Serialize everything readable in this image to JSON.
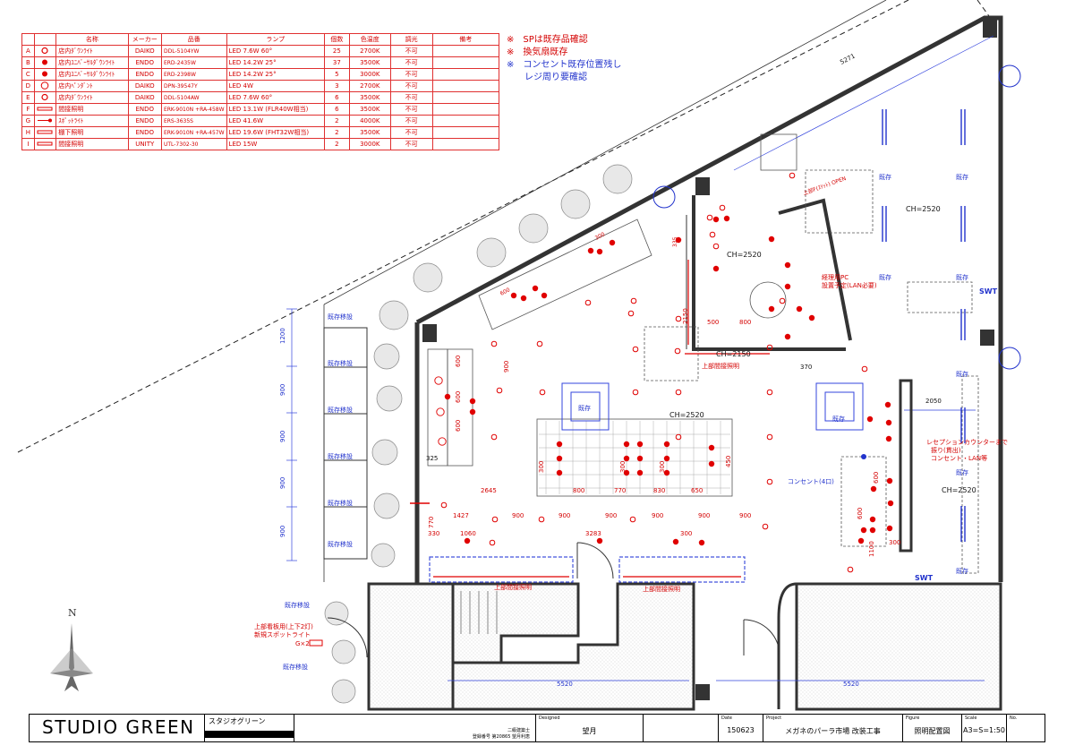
{
  "legend": {
    "headers": [
      "名称",
      "メーカー",
      "品番",
      "ランプ",
      "個数",
      "色温度",
      "調光",
      "備考"
    ],
    "rows": [
      {
        "key": "A",
        "name": "店内ﾀﾞｳﾝﾗｲﾄ",
        "maker": "DAIKO",
        "model": "DDL-5104YW",
        "lamp": "LED 7.6W 60°",
        "count": "25",
        "temp": "2700K",
        "dim": "不可",
        "note": ""
      },
      {
        "key": "B",
        "name": "店内ﾕﾆﾊﾞｰｻﾙﾀﾞｳﾝﾗｲﾄ",
        "maker": "ENDO",
        "model": "ERD-2435W",
        "lamp": "LED 14.2W 25°",
        "count": "37",
        "temp": "3500K",
        "dim": "不可",
        "note": ""
      },
      {
        "key": "C",
        "name": "店内ﾕﾆﾊﾞｰｻﾙﾀﾞｳﾝﾗｲﾄ",
        "maker": "ENDO",
        "model": "ERD-2398W",
        "lamp": "LED 14.2W 25°",
        "count": "5",
        "temp": "3000K",
        "dim": "不可",
        "note": ""
      },
      {
        "key": "D",
        "name": "店内ﾍﾟﾝﾀﾞﾝﾄ",
        "maker": "DAIKO",
        "model": "DPN-39547Y",
        "lamp": "LED 4W",
        "count": "3",
        "temp": "2700K",
        "dim": "不可",
        "note": ""
      },
      {
        "key": "E",
        "name": "店内ﾀﾞｳﾝﾗｲﾄ",
        "maker": "DAIKO",
        "model": "DDL-5104AW",
        "lamp": "LED 7.6W 60°",
        "count": "6",
        "temp": "3500K",
        "dim": "不可",
        "note": ""
      },
      {
        "key": "F",
        "name": "間接照明",
        "maker": "ENDO",
        "model": "ERK-9010N +RA-458W",
        "lamp": "LED 13.1W (FLR40W相当)",
        "count": "6",
        "temp": "3500K",
        "dim": "不可",
        "note": ""
      },
      {
        "key": "G",
        "name": "ｽﾎﾟｯﾄﾗｲﾄ",
        "maker": "ENDO",
        "model": "ERS-3635S",
        "lamp": "LED 41.6W",
        "count": "2",
        "temp": "4000K",
        "dim": "不可",
        "note": ""
      },
      {
        "key": "H",
        "name": "棚下照明",
        "maker": "ENDO",
        "model": "ERK-9010N +RA-457W",
        "lamp": "LED 19.6W (FHT32W相当)",
        "count": "2",
        "temp": "3500K",
        "dim": "不可",
        "note": ""
      },
      {
        "key": "I",
        "name": "間接照明",
        "maker": "UNITY",
        "model": "UTL-7302-30",
        "lamp": "LED 15W",
        "count": "2",
        "temp": "3000K",
        "dim": "不可",
        "note": ""
      }
    ]
  },
  "notes": [
    {
      "text": "※　SPは既存品確認",
      "color": "red"
    },
    {
      "text": "※　換気扇既存",
      "color": "red"
    },
    {
      "text": "※　コンセント既存位置残し",
      "color": "blue"
    },
    {
      "text": "　　レジ周り要確認",
      "color": "blue"
    }
  ],
  "plan": {
    "ceiling_heights": [
      "CH=2520",
      "CH=2520",
      "CH=2150",
      "CH=2520",
      "CH=2520"
    ],
    "dims": {
      "top": "5271",
      "d335": "335",
      "d2150": "2150",
      "d500": "500",
      "d800": "800",
      "d370": "370",
      "d2050": "2050",
      "d325": "325",
      "d2645": "2645",
      "d1427": "1427",
      "d900": "900",
      "d770": "770",
      "d830": "830",
      "d650": "650",
      "d450": "450",
      "d330": "330",
      "d1060": "1060",
      "d3283": "3283",
      "d300": "300",
      "d600": "600",
      "d1100": "1100",
      "d1200": "1200",
      "d5520a": "5520",
      "d5520b": "5520"
    },
    "labels": {
      "kizon": "既存",
      "kizon_iso": "既存移設",
      "fixture": "既存",
      "shita_kansetsu": "上部間接照明",
      "door_open": "上部F(ｽﾘｯﾄ) OPEN",
      "pc_note1": "経理用PC",
      "pc_note2": "設置予定(LAN必要)",
      "reception1": "レセプションカウンターまで",
      "reception2": "振り(貫出)",
      "reception3": "コンセント・LAN等",
      "concent": "コンセント(4口)",
      "swt": "SWT",
      "signboard1": "上部看板用(上下2灯)",
      "signboard2": "新規スポットライト",
      "gx2": "G×2",
      "north": "N"
    }
  },
  "titleblock": {
    "logo": "STUDIO GREEN",
    "company": "スタジオグリーン",
    "license1": "二級建築士",
    "license2": "登録番号 第20865 望月利恵",
    "designed_label": "Designed",
    "designed_value": "望月",
    "date_label": "Date",
    "date_value": "150623",
    "project_label": "Project",
    "project_value": "メガネのパーラ市場 改装工事",
    "figure_label": "Figure",
    "figure_value": "照明配置図",
    "scale_label": "Scale",
    "scale_value": "A3=S=1:50",
    "no_label": "No."
  },
  "colors": {
    "red": "#e00000",
    "blue": "#2233cc",
    "wall": "#333333"
  }
}
